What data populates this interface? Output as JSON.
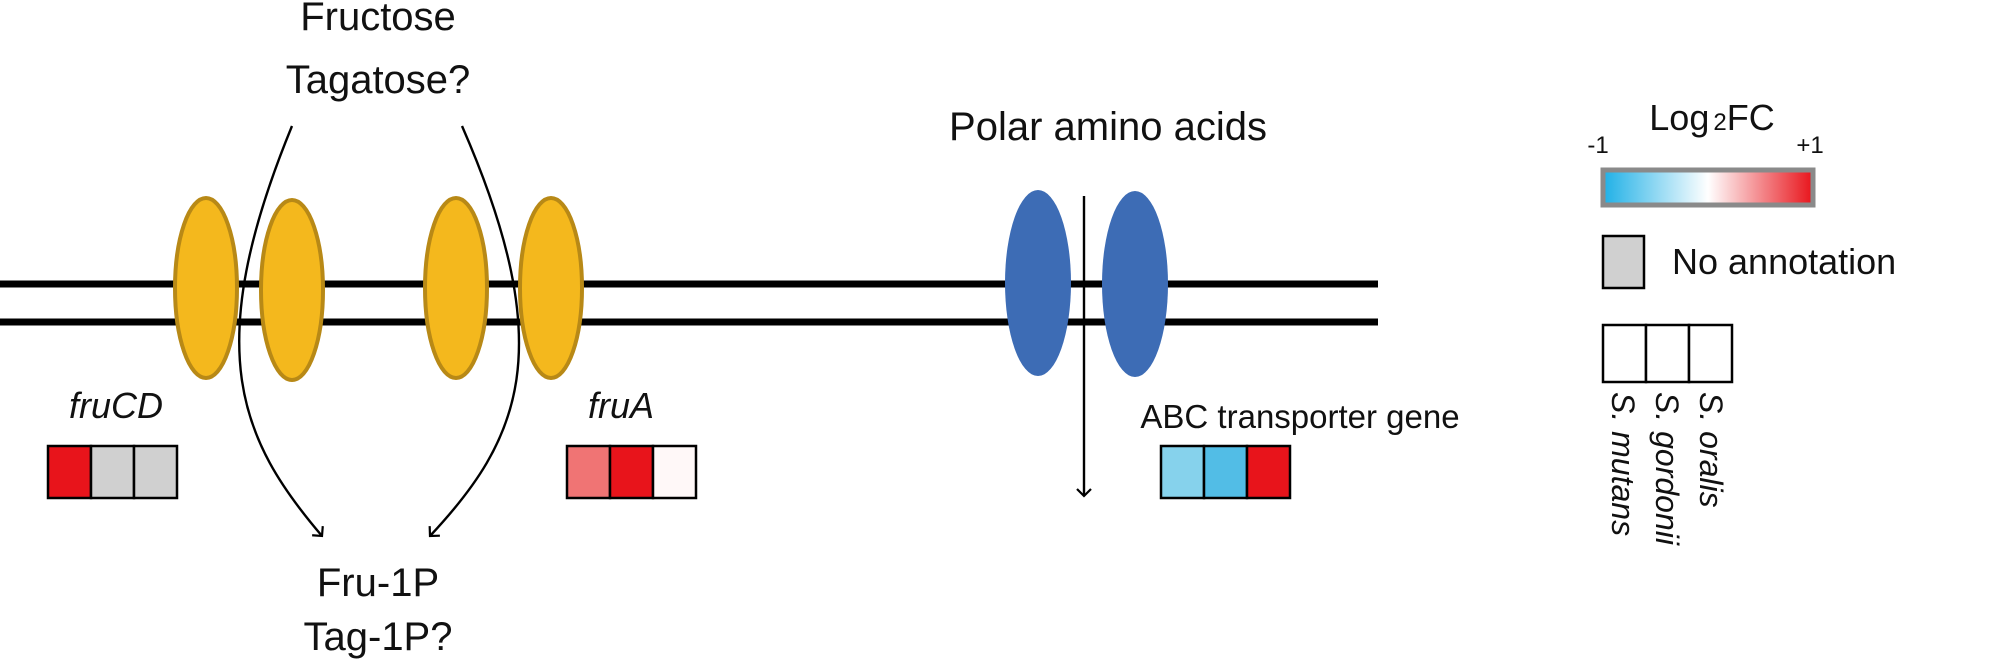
{
  "colors": {
    "membrane": "#000000",
    "channel_fruc": "#f4b81d",
    "channel_fruc_stroke": "#b88916",
    "channel_polar": "#3d6cb5",
    "no_annotation": "#d0d0d0",
    "scale_low": "#1fb0e6",
    "scale_mid": "#ffffff",
    "scale_high": "#e8141b"
  },
  "labels": {
    "substrate_line1": "Fructose",
    "substrate_line2": "Tagatose?",
    "product_line1": "Fru-1P",
    "product_line2": "Tag-1P?",
    "polar_amino_acids": "Polar amino acids",
    "gene_frucd": "fruCD",
    "gene_frua": "fruA",
    "gene_abc": "ABC transporter gene"
  },
  "legend": {
    "title_log": "Log",
    "title_sub": "2",
    "title_fc": "FC",
    "min_label": "-1",
    "max_label": "+1",
    "no_annotation_label": "No annotation",
    "species": [
      "S. mutans",
      "S. gordonii",
      "S. oralis"
    ]
  },
  "heatmaps": {
    "frucd": [
      "#e8141b",
      "#d0d0d0",
      "#d0d0d0"
    ],
    "frua": [
      "#f07474",
      "#e8141b",
      "#fff8f8"
    ],
    "abc": [
      "#86d2ec",
      "#52bde6",
      "#e8141b"
    ]
  }
}
